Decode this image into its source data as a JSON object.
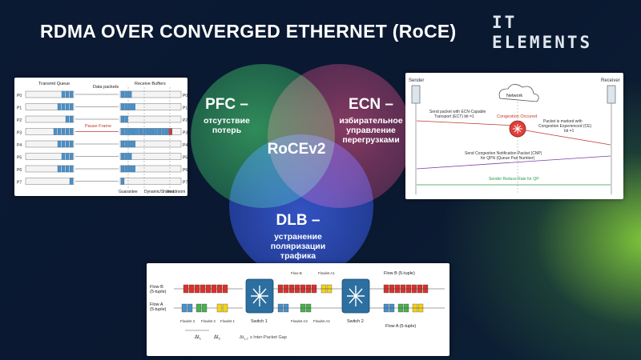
{
  "slide": {
    "title": "RDMA OVER CONVERGED ETHERNET (RoCE)",
    "logo": [
      "IT",
      "ELEMENTS"
    ]
  },
  "venn": {
    "center": "RoCEv2",
    "pfc": {
      "head": "PFC –",
      "sub": [
        "отсутствие",
        "потерь"
      ],
      "color": "#1f6b2a"
    },
    "ecn": {
      "head": "ECN –",
      "sub": [
        "избирательное",
        "управление",
        "перегрузками"
      ],
      "color": "#6b1c33"
    },
    "dlb": {
      "head": "DLB –",
      "sub": [
        "устранение",
        "поляризации",
        "трафика"
      ],
      "color": "#22349a"
    }
  },
  "pfc_figure": {
    "transmit_label": "Transmit Queue",
    "data_label": "Data packets",
    "receive_label": "Receive Buffers",
    "pause_label": "Pause Frame",
    "left_ports": [
      "P0",
      "P1",
      "P2",
      "P3",
      "P4",
      "P5",
      "P6",
      "P7"
    ],
    "right_ports": [
      "P0",
      "P1",
      "P2",
      "P3",
      "P4",
      "P5",
      "P6",
      "P7"
    ],
    "bottom_labels": [
      "Guarantee",
      "Dynamic/Shared",
      "Headroom"
    ]
  },
  "ecn_figure": {
    "sender": "Sender",
    "receiver": "Receiver",
    "network": "Network",
    "msg1": [
      "Send packet with ECN-Capable",
      "Transport (ECT) bit =1"
    ],
    "congestion": "Congestion Occured",
    "msg2": [
      "Packet is marked with",
      "Congestion Experienced (CE)",
      "bit =1"
    ],
    "msg3": [
      "Send Congestion Notification Packet (CNP)",
      "for QPN (Queue Pair Number)"
    ],
    "msg4": "Sender Reduce Rate for QP"
  },
  "dlb_figure": {
    "flow_b": [
      "Flow B",
      "(5-tuple)"
    ],
    "flow_a": [
      "Flow A",
      "(5-tuple)"
    ],
    "flowlets_left": [
      "Flowlet 3",
      "Flowlet 2",
      "Flowlet 1"
    ],
    "switch1": "Switch 1",
    "switch2": "Switch 2",
    "flow_b_top": "Flow B",
    "flowlet_a1": "Flowlet A1",
    "flowlet_a3": "Flowlet A3",
    "flowlet_a2": "Flowlet A2",
    "flow_b_right": "Flow B (5-tuple)",
    "flow_a_right": "Flow A (5-tuple)",
    "dt_label": "Δt",
    "dt1_sub": "1",
    "dt2_sub": "2",
    "gap_label": "Δt",
    "gap_sub": "1,2",
    "gap_text": "≥ Inter-Packet Gap"
  }
}
